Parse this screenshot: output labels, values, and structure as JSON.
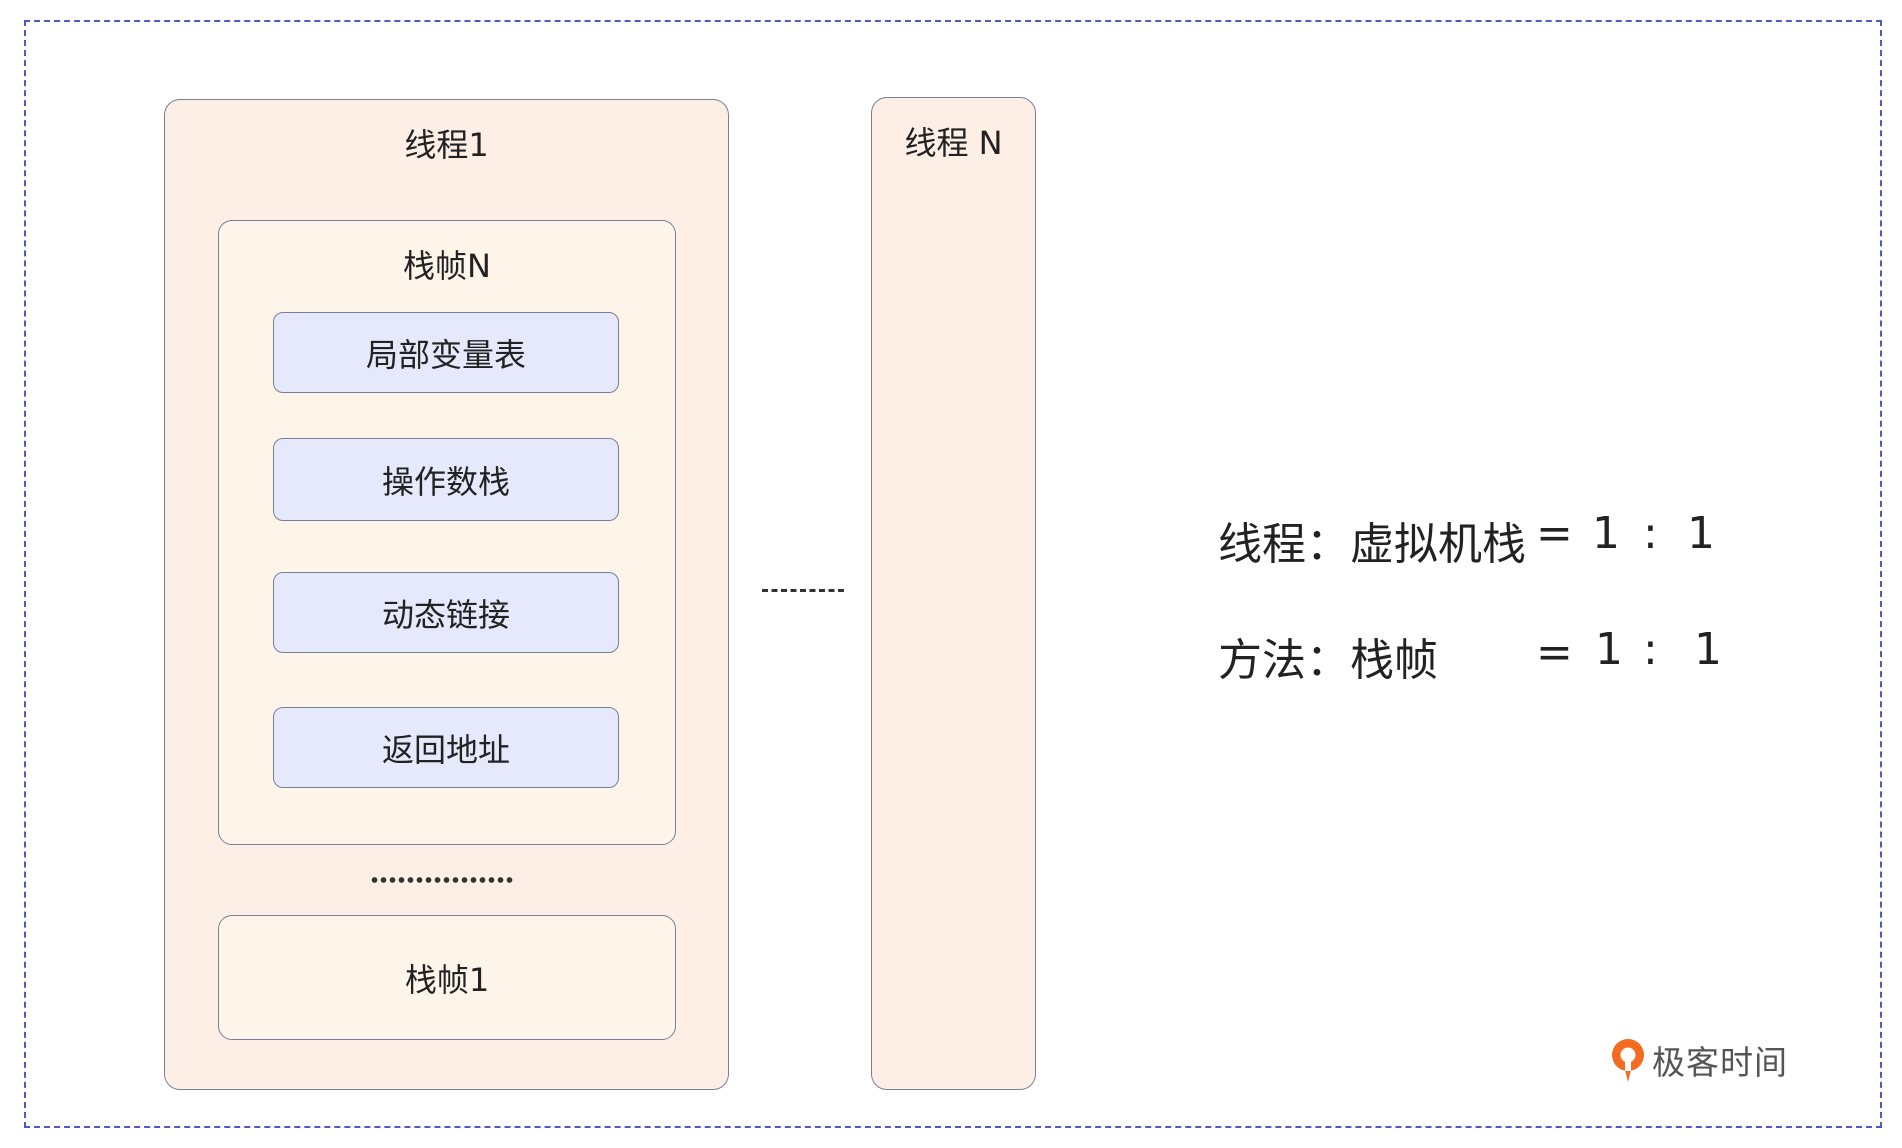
{
  "thread1": {
    "title": "线程1",
    "frame_n": {
      "title": "栈帧N",
      "items": [
        "局部变量表",
        "操作数栈",
        "动态链接",
        "返回地址"
      ]
    },
    "frame_1": {
      "title": "栈帧1"
    }
  },
  "thread_n": {
    "title": "线程 N"
  },
  "formulas": [
    {
      "left": "线程：虚拟机栈",
      "eq": "=",
      "a": "1",
      "colon": ":",
      "b": "1"
    },
    {
      "left": "方法：栈帧",
      "eq": "=",
      "a": "1",
      "colon": ":",
      "b": "1"
    }
  ],
  "logo": {
    "text": "极客时间",
    "icon": "geektime-logo-icon",
    "color": "#f36c21"
  },
  "colors": {
    "frame_border": "#4a5bc9",
    "thread_bg": "#fdefe6",
    "stack_frame_bg": "#fdf4ea",
    "item_bg": "#e6e9fb",
    "box_border": "#7a7f99"
  }
}
